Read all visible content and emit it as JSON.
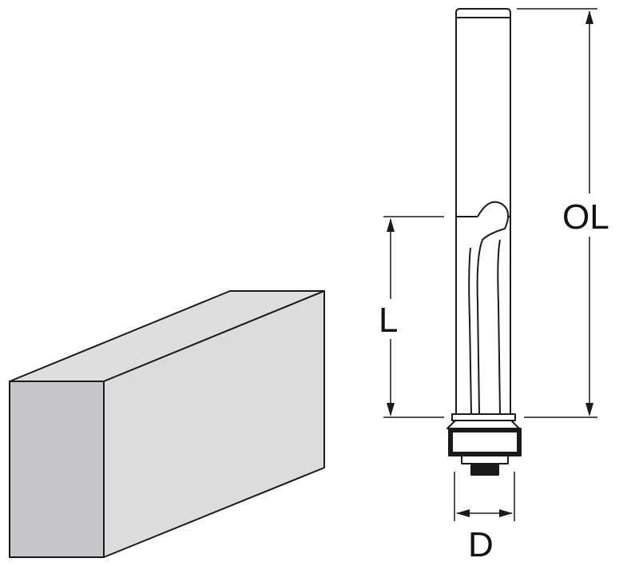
{
  "labels": {
    "overall_length": "OL",
    "cutting_length": "L",
    "diameter": "D"
  },
  "colors": {
    "line": "#1a1a1a",
    "block_front": "#c4c6c9",
    "block_side": "#dadcde",
    "block_top": "#dcdedf",
    "bit_body": "#ffffff"
  }
}
